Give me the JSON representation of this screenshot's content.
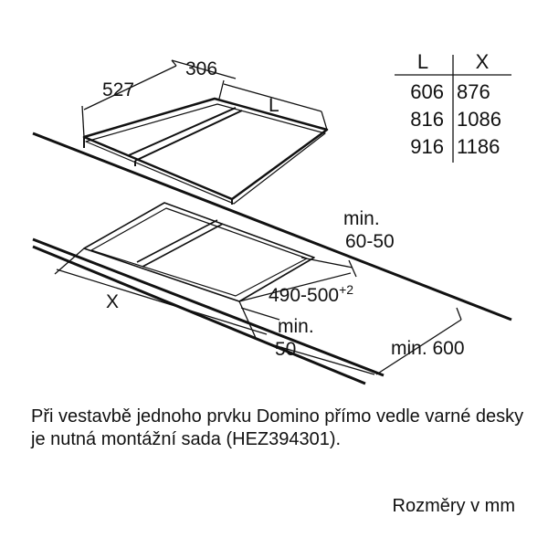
{
  "dimensions": {
    "depth": "527",
    "domino_width": "306",
    "length_l": "L",
    "width_x": "X",
    "gap_min_label": "min.",
    "gap_min_value": "60-50",
    "cutout_depth": "490-500",
    "cutout_tolerance": "+2",
    "front_min_label": "min.",
    "front_min_value": "50",
    "wall_min": "min. 600"
  },
  "size_table": {
    "headers": [
      "L",
      "X"
    ],
    "rows": [
      [
        "606",
        "876"
      ],
      [
        "816",
        "1086"
      ],
      [
        "916",
        "1186"
      ]
    ]
  },
  "note": "Při vestavbě jednoho prvku Domino přímo vedle varné desky je nutná montážní sada (HEZ394301).",
  "units_label": "Rozměry v mm"
}
